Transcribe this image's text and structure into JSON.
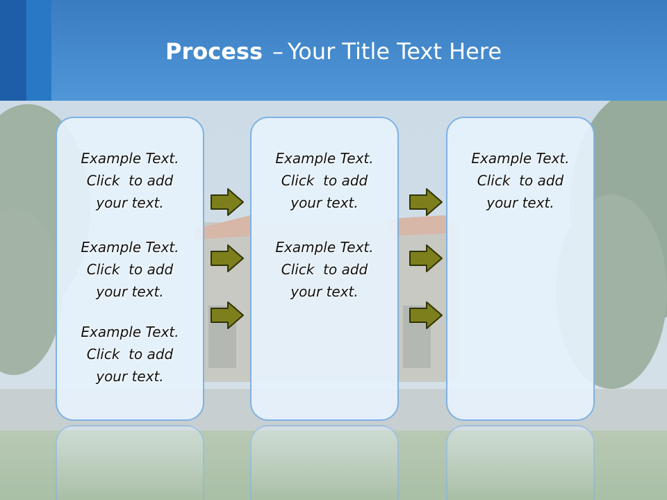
{
  "slide": {
    "title_bold": "Process",
    "title_sep": "–",
    "title_rest": "Your Title Text Here"
  },
  "columns": [
    {
      "blocks": [
        {
          "l1": "Example Text.",
          "l2": "Click  to add",
          "l3": "your text."
        },
        {
          "l1": "Example Text.",
          "l2": "Click  to add",
          "l3": "your text."
        },
        {
          "l1": "Example Text.",
          "l2": "Click  to add",
          "l3": "your text."
        }
      ]
    },
    {
      "blocks": [
        {
          "l1": "Example Text.",
          "l2": "Click  to add",
          "l3": "your text."
        },
        {
          "l1": "Example Text.",
          "l2": "Click  to add",
          "l3": "your text."
        }
      ]
    },
    {
      "blocks": [
        {
          "l1": "Example Text.",
          "l2": "Click  to add",
          "l3": "your text."
        }
      ]
    }
  ],
  "colors": {
    "arrow_fill": "#7d7f1c",
    "arrow_stroke": "#2f3306",
    "box_border": "#7fb1e3",
    "header": "#4a91d4"
  },
  "icons": {
    "arrow": "right-arrow-icon"
  }
}
